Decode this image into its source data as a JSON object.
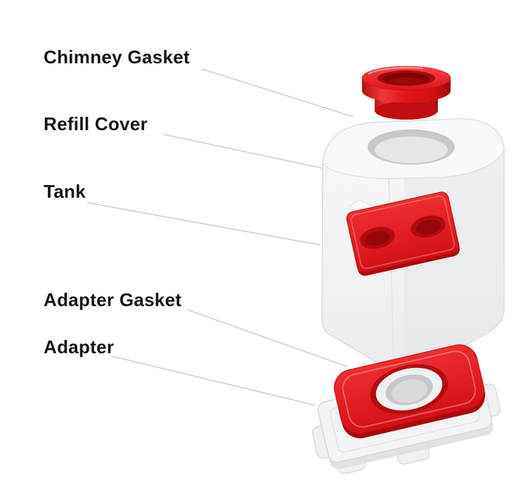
{
  "diagram": {
    "type": "exploded-parts-diagram",
    "labels": [
      {
        "id": "chimney-gasket",
        "text": "Chimney Gasket"
      },
      {
        "id": "refill-cover",
        "text": "Refill Cover"
      },
      {
        "id": "tank",
        "text": "Tank"
      },
      {
        "id": "adapter-gasket",
        "text": "Adapter Gasket"
      },
      {
        "id": "adapter",
        "text": "Adapter"
      }
    ],
    "colors": {
      "accent-red": "#e4151b",
      "accent-red-light": "#f5393e",
      "accent-red-dark": "#b30d10",
      "leader-line": "#c9c9c9",
      "body-light": "#f1f2f3",
      "body-stroke": "#d9dbdc",
      "text": "#161616",
      "background": "#ffffff"
    }
  }
}
